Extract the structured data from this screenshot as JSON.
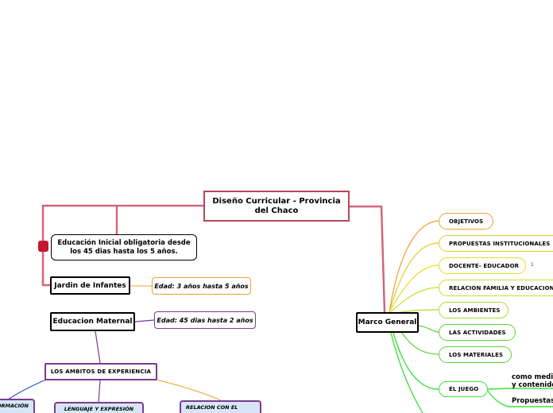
{
  "central": {
    "label": "Diseño Curricular - Provincia del Chaco"
  },
  "left": {
    "educacion_inicial": "Educación Inicial obligatoria desde los 45 dias hasta los 5 años.",
    "jardin": "Jardin de Infantes",
    "jardin_edad": "Edad: 3 años hasta 5 años",
    "maternal": "Educacion Maternal",
    "maternal_edad": "Edad: 45 dias hasta 2 años",
    "ambitos": "LOS AMBITOS DE EXPERIENCIA",
    "ambito_children": [
      "FORMACIÓN",
      "LENGUAJE Y EXPRESIÓN",
      "RELACION CON EL"
    ]
  },
  "right": {
    "marco": "Marco General",
    "branches": [
      "OBJETIVOS",
      "PROPUESTAS INSTITUCIONALES",
      "DOCENTE- EDUCADOR",
      "RELACION FAMILIA Y EDUCACION",
      "LOS AMBIENTES",
      "LAS ACTIVIDADES",
      "LOS MATERIALES",
      "EL JUEGO"
    ],
    "juego_children": [
      "como medio y contenido",
      "Propuestas"
    ],
    "docente_badge": "1"
  },
  "colors": {
    "central_border": "#b5475a",
    "main_link": "#d0667a",
    "purple": "#7a3a91",
    "orange": "#f0a030",
    "yellow_green": "#c8dc30",
    "green": "#5fd13a",
    "bright_green": "#40e040",
    "marker": "#c4182e",
    "ambito_fill": "#d6e6f7"
  },
  "icons": {
    "marker": "red-square-marker-icon"
  }
}
